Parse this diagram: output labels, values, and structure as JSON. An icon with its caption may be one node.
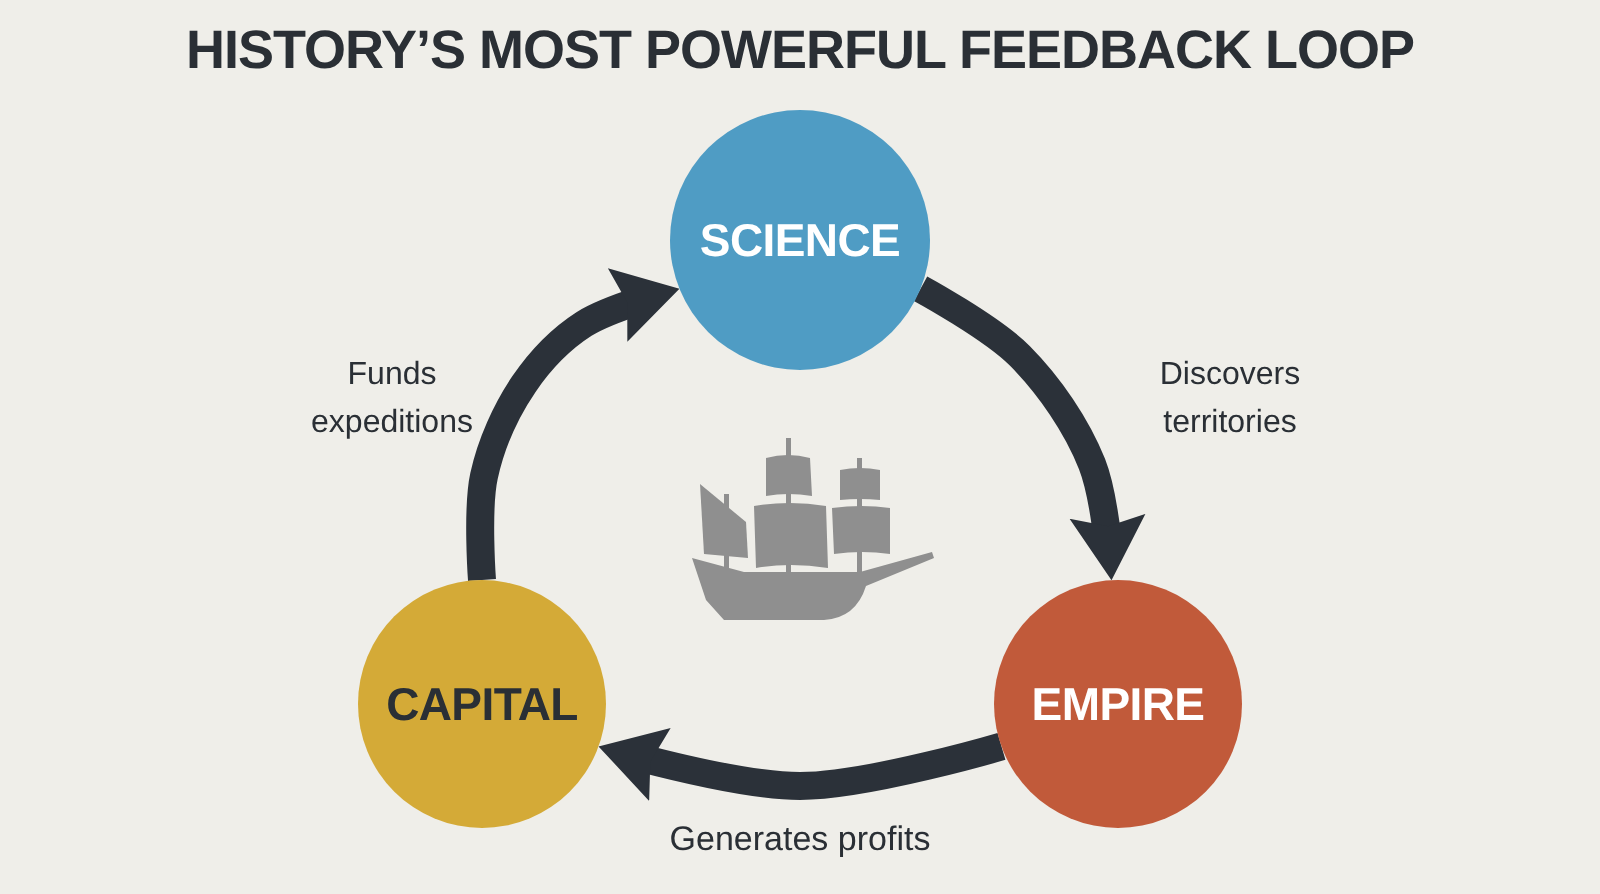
{
  "diagram": {
    "title": "HISTORY’S MOST POWERFUL FEEDBACK LOOP",
    "nodes": [
      {
        "text": [
          "SCIENCE"
        ]
      },
      {
        "text": [
          "CAPITAL"
        ]
      },
      {
        "text": [
          "EMPIRE"
        ]
      }
    ],
    "edges": [
      {
        "from": 0,
        "to": 2,
        "arrow": "to",
        "label": "Discovers territories"
      },
      {
        "from": 2,
        "to": 1,
        "arrow": "to",
        "label": "Generates profits"
      },
      {
        "from": 1,
        "to": 0,
        "arrow": "to",
        "label": "Funds expeditions"
      }
    ]
  }
}
